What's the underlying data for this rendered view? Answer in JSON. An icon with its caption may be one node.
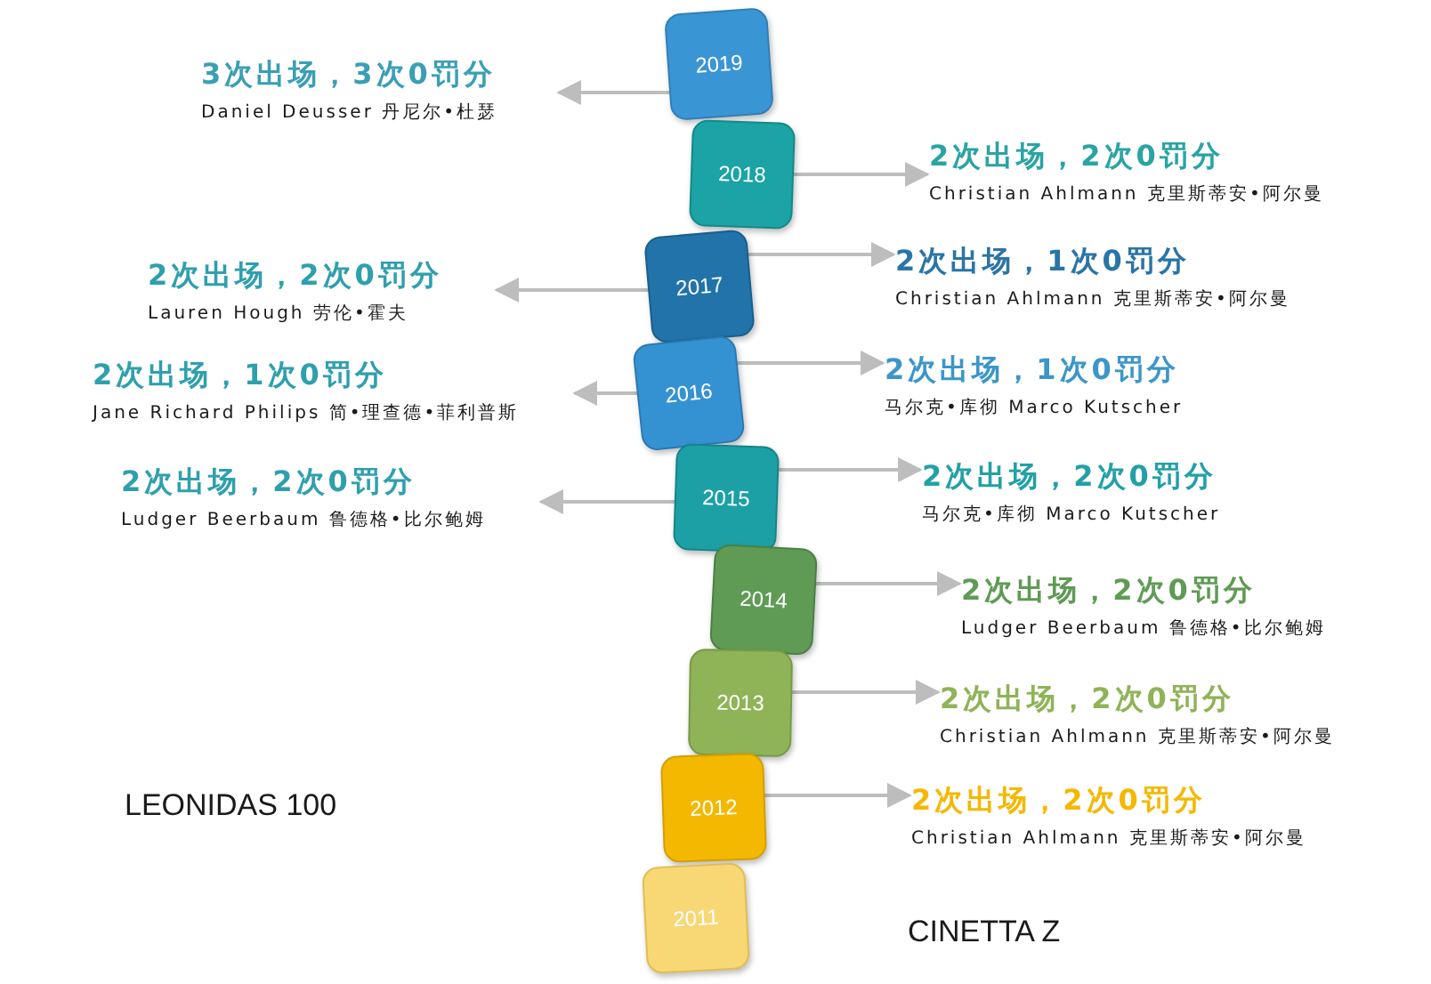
{
  "diagram": {
    "nodes": [
      {
        "text": [
          "2019"
        ]
      },
      {
        "text": [
          "2018"
        ]
      },
      {
        "text": [
          "2017"
        ]
      },
      {
        "text": [
          "2016"
        ]
      },
      {
        "text": [
          "2015"
        ]
      },
      {
        "text": [
          "2014"
        ]
      },
      {
        "text": [
          "2013"
        ]
      },
      {
        "text": [
          "2012"
        ]
      },
      {
        "text": [
          "2011"
        ]
      },
      {
        "text": [
          "3次出场，3次0罚分",
          "Daniel Deusser 丹尼尔•杜瑟"
        ]
      },
      {
        "text": [
          "2次出场，2次0罚分",
          "Christian Ahlmann 克里斯蒂安•阿尔曼"
        ]
      },
      {
        "text": [
          "2次出场，2次0罚分",
          "Lauren Hough 劳伦•霍夫"
        ]
      },
      {
        "text": [
          "2次出场，1次0罚分",
          "Christian Ahlmann 克里斯蒂安•阿尔曼"
        ]
      },
      {
        "text": [
          "2次出场，1次0罚分",
          "Jane Richard Philips 简•理查德•菲利普斯"
        ]
      },
      {
        "text": [
          "2次出场，1次0罚分",
          "马尔克•库彻 Marco Kutscher"
        ]
      },
      {
        "text": [
          "2次出场，2次0罚分",
          "Ludger Beerbaum 鲁德格•比尔鲍姆"
        ]
      },
      {
        "text": [
          "2次出场，2次0罚分",
          "马尔克•库彻 Marco Kutscher"
        ]
      },
      {
        "text": [
          "2次出场，2次0罚分",
          "Ludger Beerbaum 鲁德格•比尔鲍姆"
        ]
      },
      {
        "text": [
          "2次出场，2次0罚分",
          "Christian Ahlmann 克里斯蒂安•阿尔曼"
        ]
      },
      {
        "text": [
          "2次出场，2次0罚分",
          "Christian Ahlmann 克里斯蒂安•阿尔曼"
        ]
      }
    ],
    "edges": [
      {
        "from": 0,
        "to": 9,
        "arrow": "to"
      },
      {
        "from": 1,
        "to": 10,
        "arrow": "to"
      },
      {
        "from": 2,
        "to": 11,
        "arrow": "to"
      },
      {
        "from": 2,
        "to": 12,
        "arrow": "to"
      },
      {
        "from": 3,
        "to": 13,
        "arrow": "to"
      },
      {
        "from": 3,
        "to": 14,
        "arrow": "to"
      },
      {
        "from": 4,
        "to": 15,
        "arrow": "to"
      },
      {
        "from": 4,
        "to": 16,
        "arrow": "to"
      },
      {
        "from": 5,
        "to": 17,
        "arrow": "to"
      },
      {
        "from": 6,
        "to": 18,
        "arrow": "to"
      },
      {
        "from": 7,
        "to": 19,
        "arrow": "to"
      }
    ],
    "labels": [
      "LEONIDAS 100",
      "CINETTA Z"
    ]
  }
}
